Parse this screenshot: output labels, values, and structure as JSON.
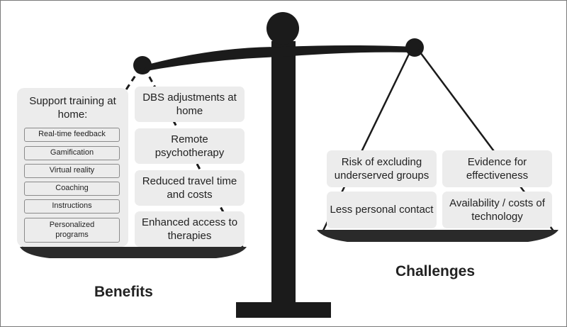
{
  "benefits": {
    "heading": "Benefits",
    "support_training": {
      "title": "Support training at home:",
      "items": [
        "Real-time feedback",
        "Gamification",
        "Virtual reality",
        "Coaching",
        "Instructions",
        "Personalized programs"
      ]
    },
    "boxes": [
      "DBS adjustments at home",
      "Remote psychotherapy",
      "Reduced travel time and costs",
      "Enhanced access to therapies"
    ]
  },
  "challenges": {
    "heading": "Challenges",
    "boxes": [
      "Risk of excluding underserved groups",
      "Evidence for effectiveness",
      "Less personal contact",
      "Availability / costs of technology"
    ]
  },
  "colors": {
    "scale": "#1b1b1b",
    "box_fill": "#ececec",
    "pan": "#2a2a2a"
  }
}
